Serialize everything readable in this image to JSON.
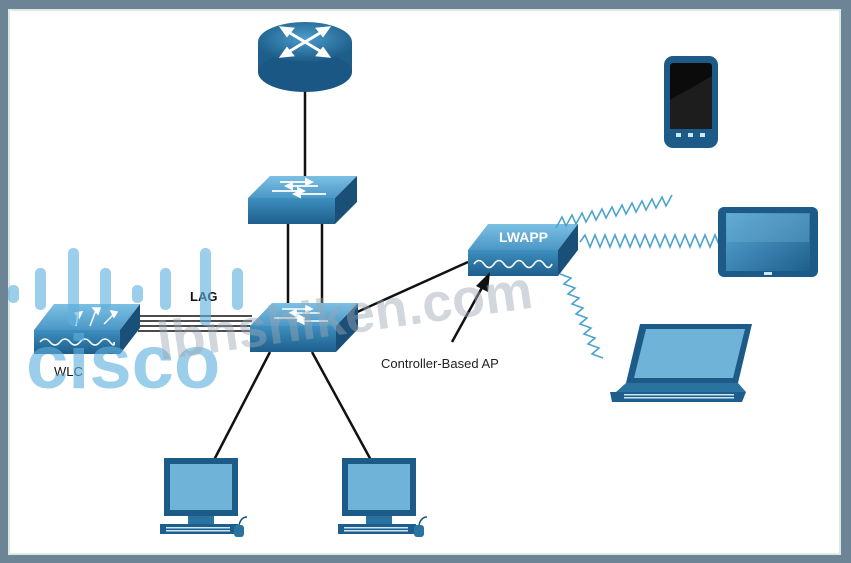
{
  "labels": {
    "lag": "LAG",
    "wlc": "WLC",
    "lwapp": "LWAPP",
    "controller_ap": "Controller-Based AP"
  },
  "watermarks": {
    "logo_text": "cisco",
    "site_text": "lbnshiken.com"
  },
  "colors": {
    "device_blue": "#2a72a0",
    "device_light": "#6fb3d8",
    "device_dark": "#1a4f78",
    "wire": "#111111",
    "wireless": "#4aa3cc",
    "frame": "#6d8496"
  }
}
